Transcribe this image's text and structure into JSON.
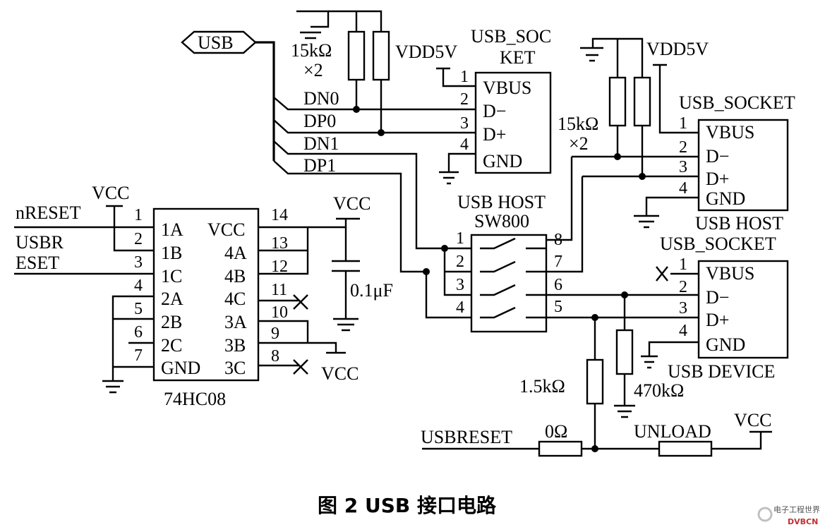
{
  "caption": "图 2   USB 接口电路",
  "bus": {
    "label": "USB",
    "nets": [
      "DN0",
      "DP0",
      "DN1",
      "DP1"
    ]
  },
  "resistors": {
    "pullup1": {
      "value": "15kΩ",
      "mult": "×2"
    },
    "pullup2": {
      "value": "15kΩ",
      "mult": "×2"
    },
    "r1k5": {
      "value": "1.5kΩ"
    },
    "r470k": {
      "value": "470kΩ"
    },
    "r0": {
      "value": "0Ω"
    },
    "unload": {
      "value": "UNLOAD"
    }
  },
  "capacitor": {
    "value": "0.1μF"
  },
  "power": {
    "vdd5v": "VDD5V",
    "vcc": "VCC"
  },
  "socket1": {
    "title_line1": "USB_SOC",
    "title_line2": "KET",
    "pins": [
      {
        "num": "1",
        "name": "VBUS"
      },
      {
        "num": "2",
        "name": "D−"
      },
      {
        "num": "3",
        "name": "D+"
      },
      {
        "num": "4",
        "name": "GND"
      }
    ]
  },
  "socket2": {
    "title": "USB_SOCKET",
    "label_below": "USB HOST",
    "pins": [
      {
        "num": "1",
        "name": "VBUS"
      },
      {
        "num": "2",
        "name": "D−"
      },
      {
        "num": "3",
        "name": "D+"
      },
      {
        "num": "4",
        "name": "GND"
      }
    ]
  },
  "socket3": {
    "title": "USB_SOCKET",
    "label_below": "USB DEVICE",
    "pins": [
      {
        "num": "1",
        "name": "VBUS"
      },
      {
        "num": "2",
        "name": "D−"
      },
      {
        "num": "3",
        "name": "D+"
      },
      {
        "num": "4",
        "name": "GND"
      }
    ]
  },
  "switch": {
    "title_line1": "USB HOST",
    "title_line2": "SW800",
    "pins_left": [
      "1",
      "2",
      "3",
      "4"
    ],
    "pins_right": [
      "8",
      "7",
      "6",
      "5"
    ]
  },
  "ic": {
    "name": "74HC08",
    "left_pins": [
      {
        "num": "1",
        "name": "1A"
      },
      {
        "num": "2",
        "name": "1B"
      },
      {
        "num": "3",
        "name": "1C"
      },
      {
        "num": "4",
        "name": "2A"
      },
      {
        "num": "5",
        "name": "2B"
      },
      {
        "num": "6",
        "name": "2C"
      },
      {
        "num": "7",
        "name": "GND"
      }
    ],
    "right_pins": [
      {
        "num": "14",
        "name": "VCC"
      },
      {
        "num": "13",
        "name": "4A"
      },
      {
        "num": "12",
        "name": "4B"
      },
      {
        "num": "11",
        "name": "4C"
      },
      {
        "num": "10",
        "name": "3A"
      },
      {
        "num": "9",
        "name": "3B"
      },
      {
        "num": "8",
        "name": "3C"
      }
    ]
  },
  "signals": {
    "nreset": "nRESET",
    "usbreset_l1": "USBR",
    "usbreset_l2": "ESET",
    "usbreset": "USBRESET"
  },
  "watermark": {
    "line1": "电子工程世界",
    "line2": "DVBCN"
  }
}
